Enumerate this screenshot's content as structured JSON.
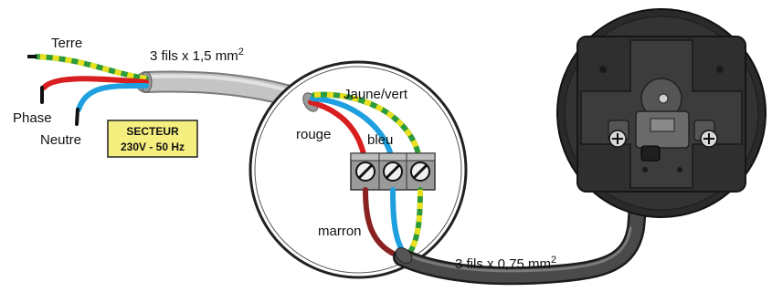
{
  "labels": {
    "terre": "Terre",
    "phase": "Phase",
    "neutre": "Neutre",
    "cable_main": "3 fils x 1,5 mm",
    "cable_main_exp": "2",
    "jaune_vert": "Jaune/vert",
    "rouge": "rouge",
    "bleu": "bleu",
    "marron": "marron",
    "cable_motor": "3 fils x 0,75 mm",
    "cable_motor_exp": "2",
    "secteur_line1": "SECTEUR",
    "secteur_line2": "230V - 50 Hz"
  },
  "colors": {
    "earth_green": "#2e9b3a",
    "earth_yellow": "#e8e020",
    "phase_red": "#d81e1e",
    "neutral_blue": "#1ea0e0",
    "brown": "#8a2222",
    "grey_cable": "#b8b8b8",
    "dark_cable": "#3a3a3a",
    "secteur_box": "#f5ef80",
    "motor_body": "#2a2a2a"
  }
}
